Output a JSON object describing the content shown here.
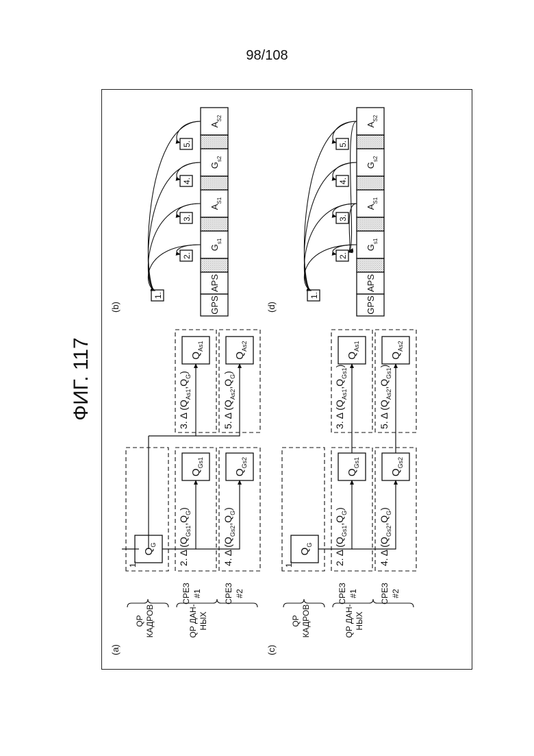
{
  "page_number": "98/108",
  "figure_title": "ФИГ. 117",
  "panel_a": {
    "label": "(a)",
    "row_frame_qp": [
      "QP",
      "КАДРОВ"
    ],
    "row_data_qp": [
      "QP ДАН-",
      "НЫХ"
    ],
    "slice1": [
      "СРЕЗ",
      "#1"
    ],
    "slice2": [
      "СРЕЗ",
      "#2"
    ],
    "step1": "1.",
    "step2": "2. Δ (Q",
    "step3": "3. Δ (Q",
    "step4": "4. Δ (Q",
    "step5": "5. Δ (Q",
    "qg": "Q",
    "qg_sub": "G",
    "qgs1": "Q",
    "qgs1_sub": "Gs1",
    "qgs2": "Q",
    "qgs2_sub": "Gs2",
    "qas1": "Q",
    "qas1_sub": "As1",
    "qas2": "Q",
    "qas2_sub": "As2",
    "d2_args": [
      "Gs1",
      ",Q",
      "G",
      ")"
    ],
    "d3_args": [
      "As1",
      ",Q",
      "G",
      ")"
    ],
    "d4_args": [
      "Gs2",
      ",Q",
      "G",
      ")"
    ],
    "d5_args": [
      "As2",
      ",Q",
      "G",
      ")"
    ]
  },
  "panel_c": {
    "label": "(c)",
    "row_frame_qp": [
      "QP",
      "КАДРОВ"
    ],
    "row_data_qp": [
      "QP ДАН-",
      "НЫХ"
    ],
    "slice1": [
      "СРЕЗ",
      "#1"
    ],
    "slice2": [
      "СРЕЗ",
      "#2"
    ],
    "step1": "1.",
    "step2": "2. Δ (Q",
    "step3": "3. Δ (Q",
    "step4": "4. Δ (Q",
    "step5": "5. Δ (Q",
    "d2_args": [
      "Gs1",
      ",Q",
      "G",
      ")"
    ],
    "d3_args": [
      "As1",
      ",Q",
      "Gs1",
      ")"
    ],
    "d4_args": [
      "Gs2",
      ",Q",
      "G",
      ")"
    ],
    "d5_args": [
      "As2",
      ",Q",
      "Gs1",
      ")"
    ]
  },
  "panel_b": {
    "label": "(b)",
    "markers": [
      "1.",
      "2.",
      "3.",
      "4.",
      "5."
    ]
  },
  "panel_d": {
    "label": "(d)",
    "markers": [
      "1.",
      "2.",
      "3.",
      "4.",
      "5."
    ]
  },
  "bitstream": {
    "cells": [
      {
        "main": "GPS",
        "sub": ""
      },
      {
        "main": "APS",
        "sub": ""
      },
      {
        "main": "",
        "sub": "",
        "hatched": true
      },
      {
        "main": "G",
        "sub": "s1"
      },
      {
        "main": "",
        "sub": "",
        "hatched": true
      },
      {
        "main": "A",
        "sub": "S1"
      },
      {
        "main": "",
        "sub": "",
        "hatched": true
      },
      {
        "main": "G",
        "sub": "s2"
      },
      {
        "main": "",
        "sub": "",
        "hatched": true
      },
      {
        "main": "A",
        "sub": "S2"
      }
    ]
  }
}
